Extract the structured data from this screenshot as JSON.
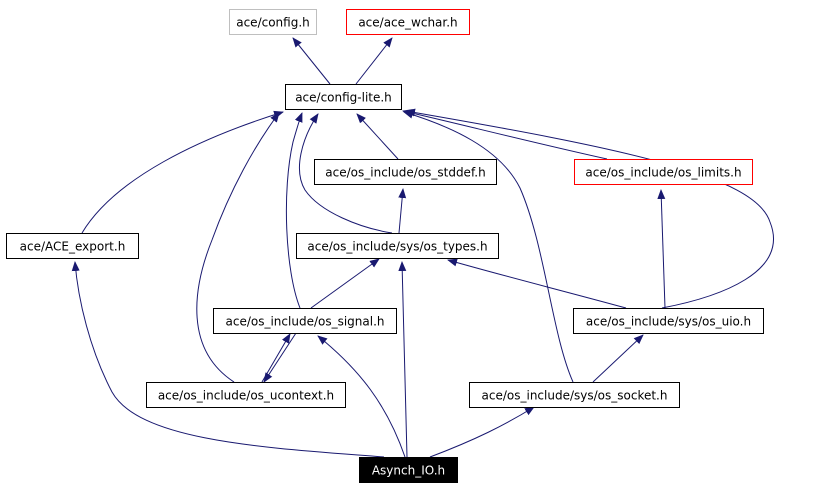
{
  "diagram": {
    "nodes": [
      {
        "id": "config",
        "label": "ace/config.h",
        "style": "gray"
      },
      {
        "id": "ace_wchar",
        "label": "ace/ace_wchar.h",
        "style": "red"
      },
      {
        "id": "config_lite",
        "label": "ace/config-lite.h",
        "style": "normal"
      },
      {
        "id": "os_stddef",
        "label": "ace/os_include/os_stddef.h",
        "style": "normal"
      },
      {
        "id": "os_limits",
        "label": "ace/os_include/os_limits.h",
        "style": "red"
      },
      {
        "id": "ace_export",
        "label": "ace/ACE_export.h",
        "style": "normal"
      },
      {
        "id": "os_types",
        "label": "ace/os_include/sys/os_types.h",
        "style": "normal"
      },
      {
        "id": "os_signal",
        "label": "ace/os_include/os_signal.h",
        "style": "normal"
      },
      {
        "id": "os_uio",
        "label": "ace/os_include/sys/os_uio.h",
        "style": "normal"
      },
      {
        "id": "os_ucontext",
        "label": "ace/os_include/os_ucontext.h",
        "style": "normal"
      },
      {
        "id": "os_socket",
        "label": "ace/os_include/sys/os_socket.h",
        "style": "normal"
      },
      {
        "id": "asynch_io",
        "label": "Asynch_IO.h",
        "style": "root"
      }
    ],
    "edges": [
      {
        "from": "config_lite",
        "to": "config"
      },
      {
        "from": "config_lite",
        "to": "ace_wchar"
      },
      {
        "from": "os_stddef",
        "to": "config_lite"
      },
      {
        "from": "os_limits",
        "to": "config_lite"
      },
      {
        "from": "ace_export",
        "to": "config_lite"
      },
      {
        "from": "os_types",
        "to": "config_lite"
      },
      {
        "from": "os_types",
        "to": "os_stddef"
      },
      {
        "from": "os_signal",
        "to": "config_lite"
      },
      {
        "from": "os_signal",
        "to": "os_types"
      },
      {
        "from": "os_signal",
        "to": "os_ucontext"
      },
      {
        "from": "os_uio",
        "to": "config_lite"
      },
      {
        "from": "os_uio",
        "to": "os_types"
      },
      {
        "from": "os_uio",
        "to": "os_limits"
      },
      {
        "from": "os_ucontext",
        "to": "config_lite"
      },
      {
        "from": "os_ucontext",
        "to": "os_signal"
      },
      {
        "from": "os_socket",
        "to": "config_lite"
      },
      {
        "from": "os_socket",
        "to": "os_uio"
      },
      {
        "from": "asynch_io",
        "to": "ace_export"
      },
      {
        "from": "asynch_io",
        "to": "os_signal"
      },
      {
        "from": "asynch_io",
        "to": "os_types"
      },
      {
        "from": "asynch_io",
        "to": "os_socket"
      }
    ],
    "colors": {
      "edge": "#191970",
      "node_border": "#000000",
      "node_border_gray": "#bfbfbf",
      "node_border_red": "#ff0000",
      "root_fill": "#000000",
      "root_text": "#ffffff"
    }
  }
}
